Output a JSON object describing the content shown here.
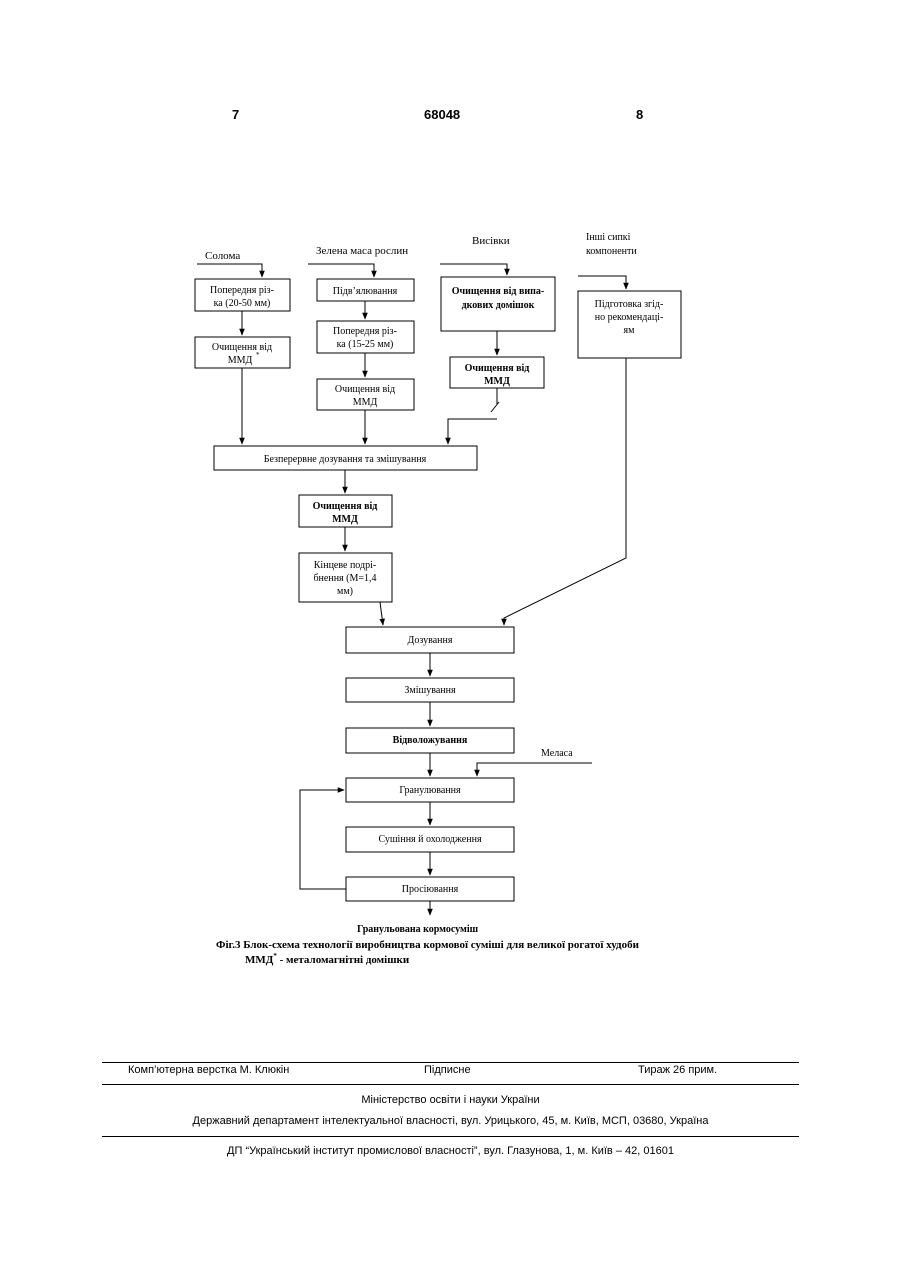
{
  "header": {
    "left_page": "7",
    "center_number": "68048",
    "right_page": "8"
  },
  "inputs": {
    "straw": "Солома",
    "green_mass_line1": "Зелена маса рослин",
    "siftings": "Висівки",
    "other_line1": "Інші сипкі",
    "other_line2": "компоненти",
    "molasses": "Меласа"
  },
  "boxes": {
    "prerez1_l1": "Попередня різ-",
    "prerez1_l2": "ка (20-50 мм)",
    "clean1_l1": "Очищення від",
    "clean1_l2": "ММД",
    "clean1_sup": "*",
    "wilting": "Підв’ялювання",
    "prerez2_l1": "Попередня різ-",
    "prerez2_l2": "ка (15-25 мм)",
    "clean2_l1": "Очищення від",
    "clean2_l2": "ММД",
    "impurity_l1": "Очищення від випа-",
    "impurity_l2": "дкових домішок",
    "clean3_l1": "Очищення від",
    "clean3_l2": "ММД",
    "prep_l1": "Підготовка згід-",
    "prep_l2": "но рекомендаці-",
    "prep_l3": "ям",
    "continuous_mix": "Безперервне дозування та змішування",
    "clean4_l1": "Очищення від",
    "clean4_l2": "ММД",
    "final_l1": "Кінцеве подрі-",
    "final_l2": "бнення (М=1,4",
    "final_l3": "мм)",
    "dosing": "Дозування",
    "mixing": "Змішування",
    "resting": "Відволожування",
    "granulation": "Гранулювання",
    "drying": "Сушіння й охолодження",
    "sifting": "Просіювання"
  },
  "output_label": "Гранульована кормосуміш",
  "caption": {
    "line1": "Фіг.3 Блок-схема технології виробництва кормової суміші для великої рогатої худоби",
    "line2_prefix": "ММД",
    "line2_sup": "*",
    "line2_rest": " - металомагнітні домішки"
  },
  "footer": {
    "layout": "Комп’ютерна верстка М. Клюкін",
    "signed": "Підписне",
    "circulation": "Тираж 26 прим.",
    "ministry": "Міністерство освіти і науки України",
    "department": "Державний департамент інтелектуальної власності, вул. Урицького, 45, м. Київ, МСП, 03680, Україна",
    "institute": "ДП “Український інститут промислової власності”, вул. Глазунова, 1, м. Київ – 42, 01601"
  }
}
